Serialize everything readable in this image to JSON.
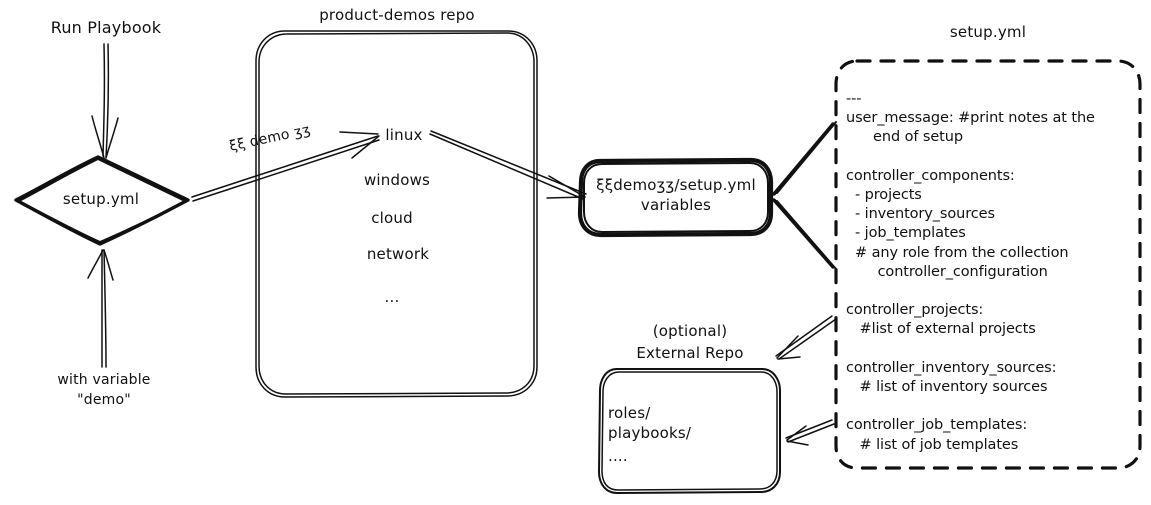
{
  "diagram": {
    "title": "Ansible product-demos setup.yml flow",
    "stroke_color": "#111111",
    "background": "#ffffff"
  },
  "nodes": {
    "run_playbook_label": "Run Playbook",
    "setup_diamond_label": "setup.yml",
    "with_variable_label_line1": "with variable",
    "with_variable_label_line2": "\"demo\"",
    "repo_title": "product-demos repo",
    "repo_items": [
      "linux",
      "windows",
      "cloud",
      "network",
      "..."
    ],
    "demo_edge_label": "ξξ demo ʒʒ",
    "variables_box_line1": "ξξdemoʒʒ/setup.yml",
    "variables_box_line2": "variables",
    "external_repo_title_line1": "(optional)",
    "external_repo_title_line2": "External Repo",
    "external_repo_items": [
      "roles/",
      "playbooks/",
      "...."
    ],
    "setup_yml_box_title": "setup.yml"
  },
  "setup_yml_content": {
    "lines": [
      "---",
      "user_message: #print notes at the",
      "      end of setup",
      "",
      "controller_components:",
      "  - projects",
      "  - inventory_sources",
      "  - job_templates",
      "  # any role from the collection",
      "       controller_configuration",
      "",
      "controller_projects:",
      "   #list of external projects",
      "",
      "controller_inventory_sources:",
      "   # list of inventory sources",
      "",
      "controller_job_templates:",
      "   # list of job templates"
    ]
  },
  "edges": [
    {
      "name": "run-playbook-to-setup",
      "from": "Run Playbook",
      "to": "setup.yml",
      "label": ""
    },
    {
      "name": "with-variable-to-setup",
      "from": "with variable \"demo\"",
      "to": "setup.yml",
      "label": ""
    },
    {
      "name": "setup-to-linux",
      "from": "setup.yml",
      "to": "linux",
      "label": "ξξ demo ʒʒ"
    },
    {
      "name": "linux-to-variables",
      "from": "linux",
      "to": "{{demo}}/setup.yml variables",
      "label": ""
    },
    {
      "name": "setupyml-top-to-variables",
      "from": "setup.yml file",
      "to": "{{demo}}/setup.yml variables",
      "label": ""
    },
    {
      "name": "setupyml-bottom-to-variables",
      "from": "setup.yml file",
      "to": "{{demo}}/setup.yml variables",
      "label": ""
    },
    {
      "name": "controller-projects-to-external-repo",
      "from": "controller_projects",
      "to": "External Repo",
      "label": ""
    },
    {
      "name": "controller-job-templates-to-external-repo",
      "from": "controller_job_templates",
      "to": "External Repo",
      "label": ""
    }
  ]
}
